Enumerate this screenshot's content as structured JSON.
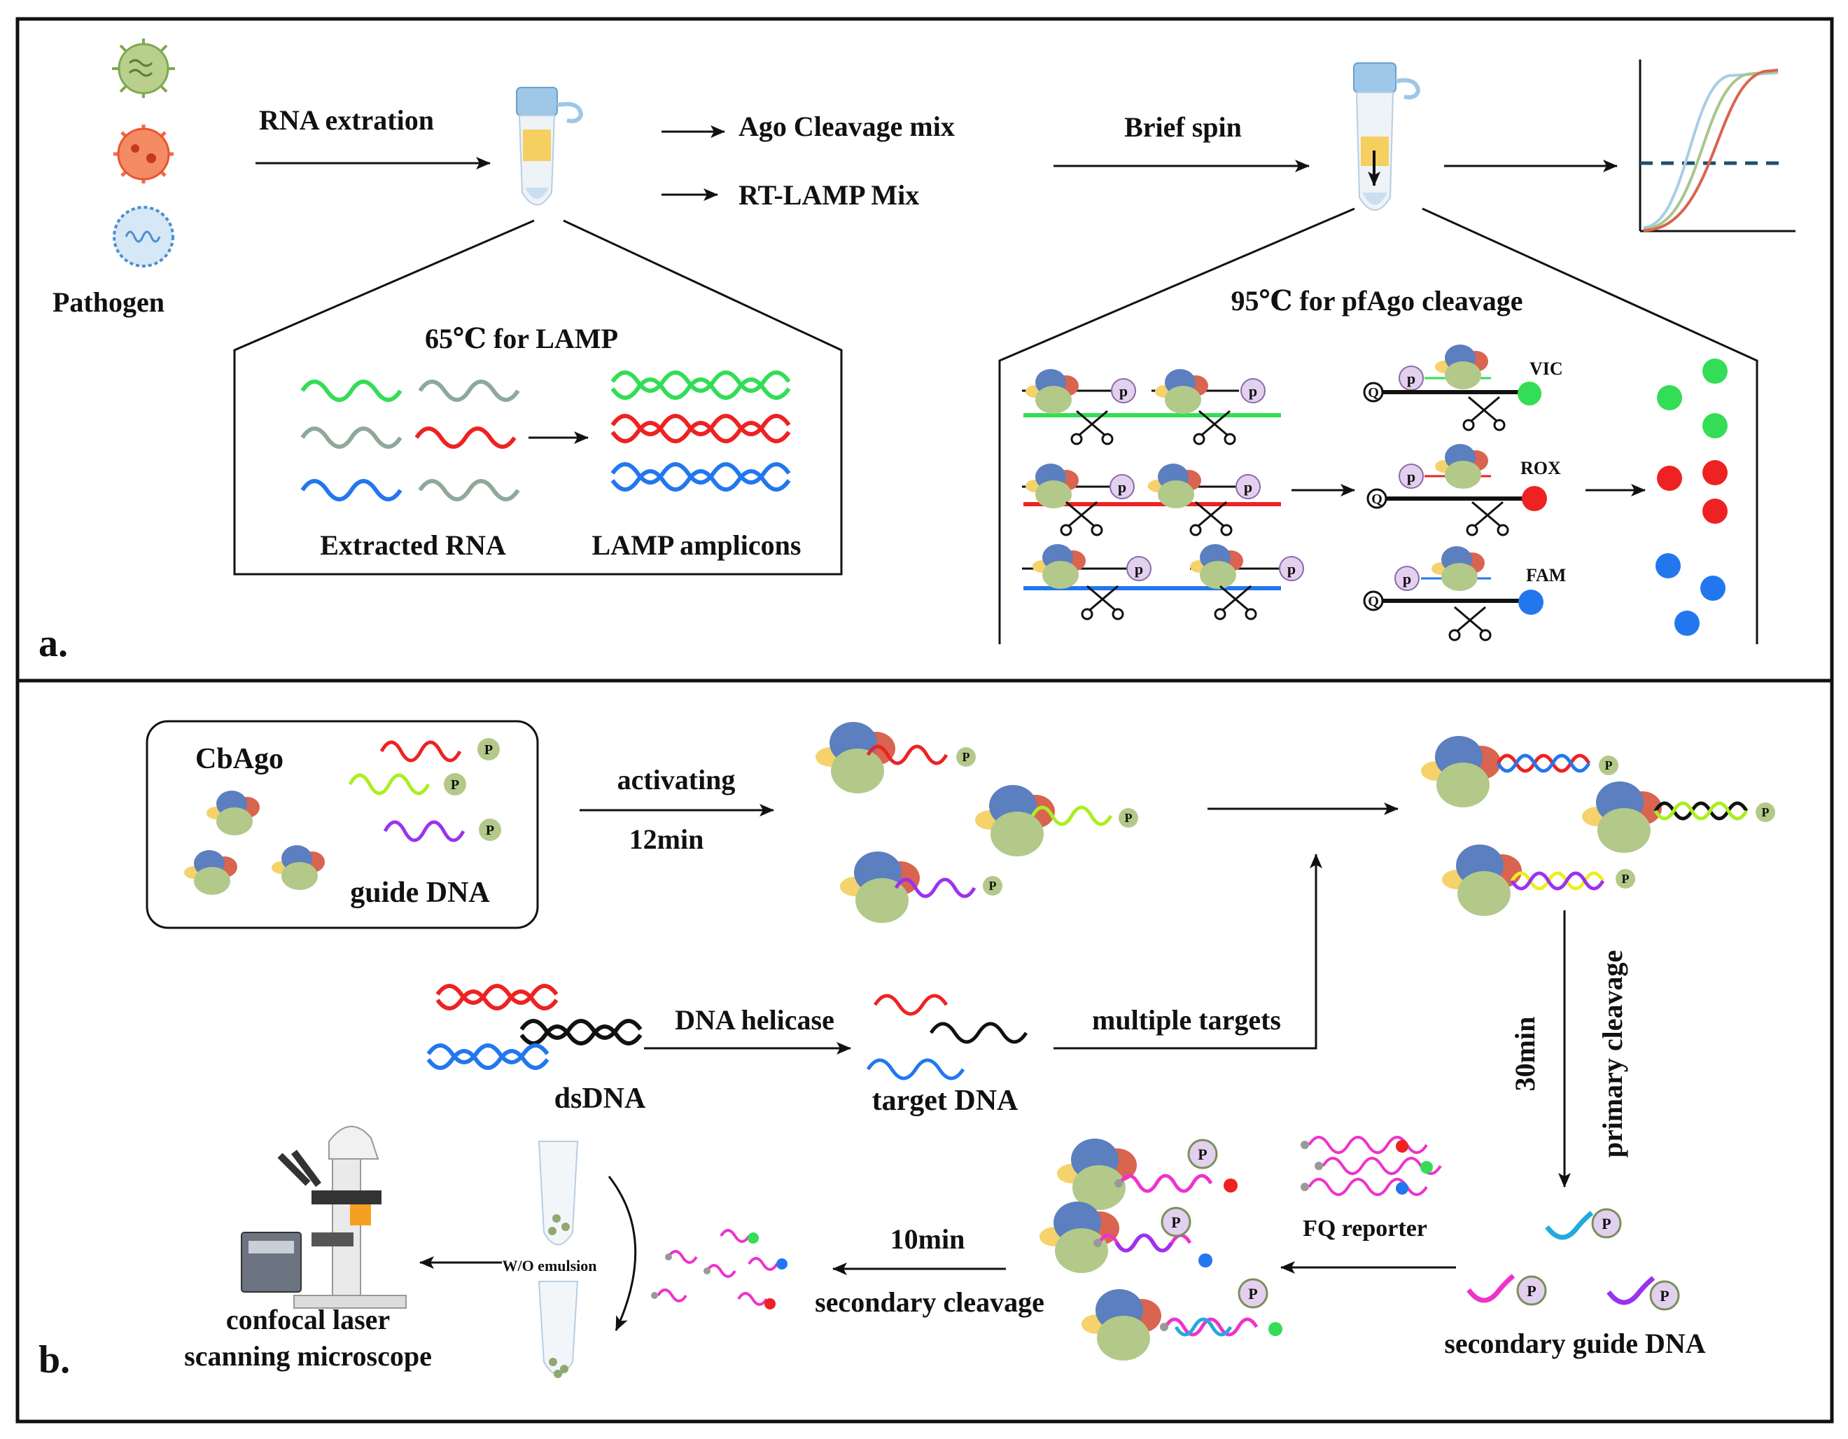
{
  "panel_a": {
    "letter": "a.",
    "pathogen": "Pathogen",
    "rna_extraction": "RNA extration",
    "ago_mix": "Ago Cleavage mix",
    "rtlamp_mix": "RT-LAMP Mix",
    "brief_spin": "Brief spin",
    "lamp_title": "65℃ for LAMP",
    "extracted_rna": "Extracted RNA",
    "lamp_amplicons": "LAMP amplicons",
    "pfago_title": "95℃ for pfAgo cleavage",
    "p": "p",
    "q": "Q",
    "dyes": [
      "VIC",
      "ROX",
      "FAM"
    ]
  },
  "panel_b": {
    "letter": "b.",
    "cbago": "CbAgo",
    "guide_dna": "guide DNA",
    "activating": "activating",
    "t12": "12min",
    "dsdna": "dsDNA",
    "helicase": "DNA helicase",
    "target_dna": "target DNA",
    "multiple_targets": "multiple targets",
    "t30": "30min",
    "primary_cleavage": "primary cleavage",
    "fq_reporter": "FQ reporter",
    "secondary_guide": "secondary guide DNA",
    "t10": "10min",
    "secondary_cleavage": "secondary cleavage",
    "wo_emulsion": "W/O emulsion",
    "microscope_line1": "confocal laser",
    "microscope_line2": "scanning microscope",
    "P": "P"
  },
  "colors": {
    "green": "#33dd55",
    "red": "#ee2222",
    "blue": "#2277ee",
    "grey": "#8fa89a",
    "lime": "#aaee22",
    "purple": "#9933ee",
    "magenta": "#ee33cc",
    "cyan": "#22aadd",
    "ago_blue": "#5b7fbf",
    "ago_red": "#d9644f",
    "ago_green": "#b3c98a",
    "ago_yellow": "#f5d26b"
  }
}
